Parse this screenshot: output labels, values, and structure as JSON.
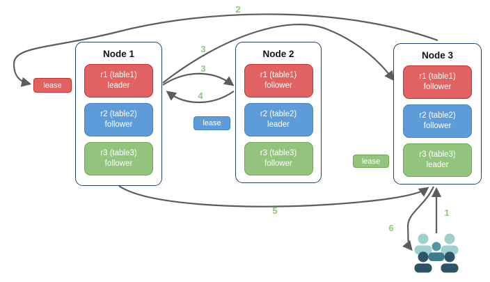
{
  "diagram": {
    "nodes": [
      {
        "title": "Node 1",
        "replicas": [
          {
            "label": "r1 (table1)",
            "role": "leader"
          },
          {
            "label": "r2 (table2)",
            "role": "follower"
          },
          {
            "label": "r3 (table3)",
            "role": "follower"
          }
        ]
      },
      {
        "title": "Node 2",
        "replicas": [
          {
            "label": "r1 (table1)",
            "role": "follower"
          },
          {
            "label": "r2 (table2)",
            "role": "leader"
          },
          {
            "label": "r3 (table3)",
            "role": "follower"
          }
        ]
      },
      {
        "title": "Node 3",
        "replicas": [
          {
            "label": "r1 (table1)",
            "role": "follower"
          },
          {
            "label": "r2 (table2)",
            "role": "follower"
          },
          {
            "label": "r3 (table3)",
            "role": "leader"
          }
        ]
      }
    ],
    "leases": [
      {
        "label": "lease",
        "color": "#E06361"
      },
      {
        "label": "lease",
        "color": "#5E9CD9"
      },
      {
        "label": "lease",
        "color": "#93C47D"
      }
    ],
    "steps": {
      "s1": "1",
      "s2": "2",
      "s3a": "3",
      "s3b": "3",
      "s4": "4",
      "s5": "5",
      "s6": "6"
    },
    "icons": {
      "users_group": "users-group-icon"
    },
    "colors": {
      "replica_red": "#E06361",
      "replica_red_border": "#C5302C",
      "replica_blue": "#5E9CD9",
      "replica_blue_border": "#4285C8",
      "replica_green": "#93C47D",
      "replica_green_border": "#6AA84F",
      "node_border": "#24406B",
      "arrow": "#5C5C5C",
      "step_label": "#8FC977",
      "users_light": "#9ED0CF",
      "users_mid_head": "#4F98A1",
      "users_mid_body": "#3E7C8C",
      "users_dark": "#2D5368"
    }
  }
}
